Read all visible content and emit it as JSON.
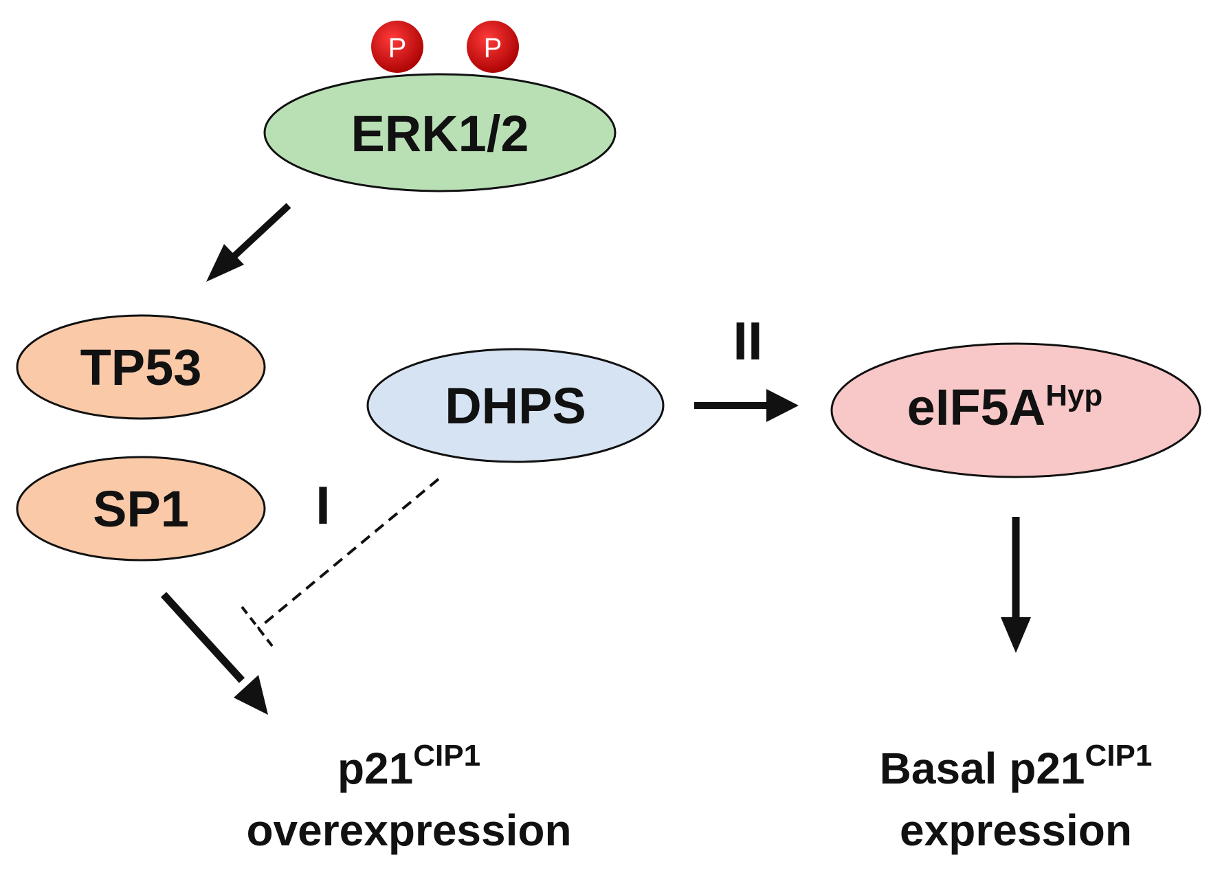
{
  "colors": {
    "erk_fill": "#b9e0b5",
    "tp53_fill": "#f9c9a8",
    "sp1_fill": "#f9c9a8",
    "dhps_fill": "#d6e3f3",
    "eif5a_fill": "#f8c8c8",
    "phospho": "#cc0000",
    "stroke": "#111111"
  },
  "nodes": {
    "erk": "ERK1/2",
    "tp53": "TP53",
    "sp1": "SP1",
    "dhps": "DHPS",
    "eif5a_base": "eIF5A",
    "eif5a_sup": "Hyp"
  },
  "phospho_label": "P",
  "routes": {
    "route1": "I",
    "route2": "II"
  },
  "outputs": {
    "left_line1_base": "p21",
    "left_line1_sup": "CIP1",
    "left_line2": "overexpression",
    "right_line1_base": "Basal p21",
    "right_line1_sup": "CIP1",
    "right_line2": "expression"
  }
}
